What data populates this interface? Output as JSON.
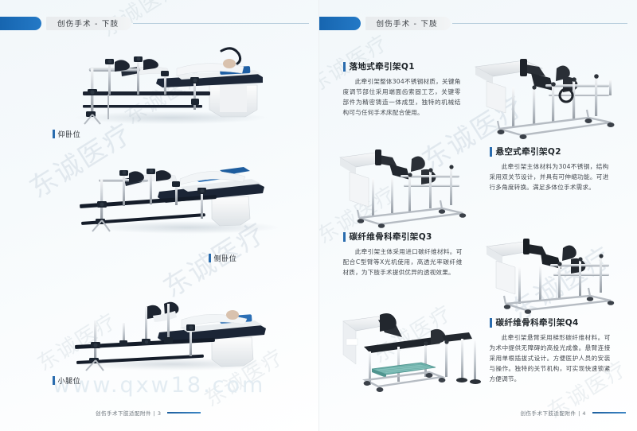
{
  "document": {
    "brand_watermark": "东诚医疗",
    "url_watermark": "www.qxw18.com"
  },
  "pages": [
    {
      "id": "left",
      "header": {
        "tab_label": "创伤手术 - 下肢"
      },
      "figures": [
        {
          "caption": "仰卧位"
        },
        {
          "caption": "侧卧位"
        },
        {
          "caption": "小腿位"
        }
      ],
      "footer": {
        "text": "创伤手术下肢适配附件 | 3"
      }
    },
    {
      "id": "right",
      "header": {
        "tab_label": "创伤手术 - 下肢"
      },
      "blocks": [
        {
          "title": "落地式牵引架Q1",
          "body": "此牵引架整体304不锈钢材质，关键角度调节部位采用端面齿索固工艺，关键零部件为精密铸造一体成型，独特的机械结构可与任何手术床配合使用。"
        },
        {
          "title": "悬空式牵引架Q2",
          "body": "此牵引架主体材料为304不锈钢，结构采用双关节设计，并具有可伸缩功能。可进行多角度转换。满足多体位手术需求。"
        },
        {
          "title": "碳纤维骨科牵引架Q3",
          "body": "此牵引架主体采用进口碳纤维材料。可配合C型臂等X光机使用，高透光率碳纤维材质，为下肢手术提供优异的透视效果。"
        },
        {
          "title": "碳纤维骨科牵引架Q4",
          "body": "此牵引架悬臂采用梯形碳纤维材料。可为术中提供无障碍的高投光成像。悬臂连接采用单根插拔式设计。方便医护人员的安装与操作。独特的关节机构，可实现快速锁紧方便调节。"
        }
      ],
      "footer": {
        "text": "创伤手术下肢适配附件 | 4"
      }
    }
  ],
  "colors": {
    "accent_blue": "#1563ad",
    "accent_blue_light": "#2479c6",
    "rule_blue": "#b9cfdd",
    "page_bg": "#f2f7fa",
    "text_dark": "#1d2328",
    "text_body": "#44494f"
  }
}
